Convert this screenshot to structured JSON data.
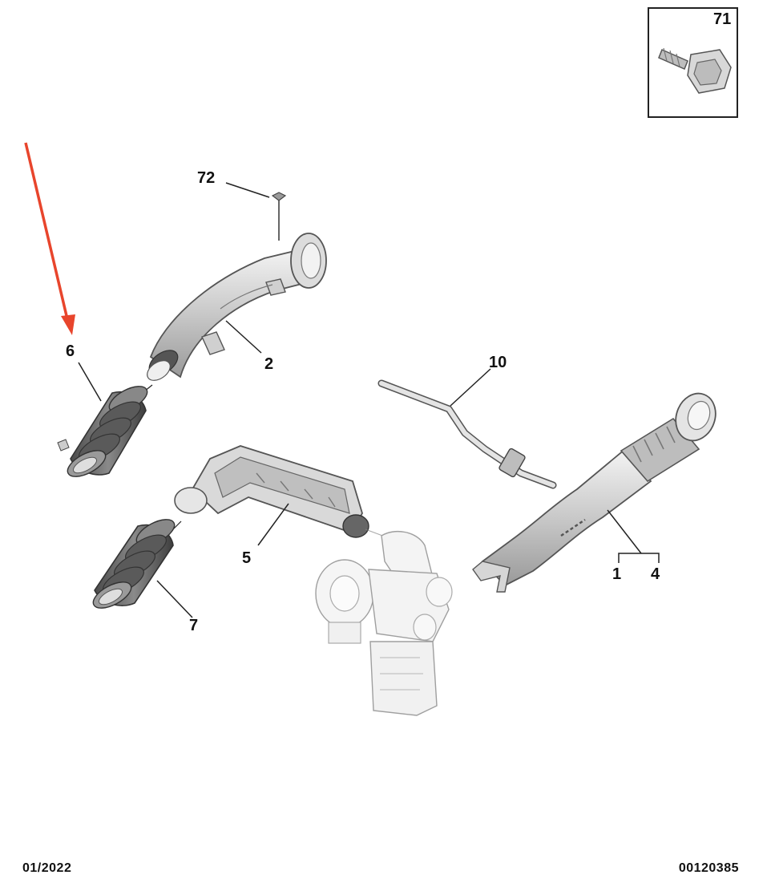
{
  "diagram": {
    "labels": {
      "p71": "71",
      "p72": "72",
      "p6": "6",
      "p2": "2",
      "p10": "10",
      "p5": "5",
      "p1": "1",
      "p4": "4",
      "p7": "7"
    },
    "colors": {
      "callout_arrow": "#e8452c",
      "part_stroke": "#555555",
      "part_fill": "#e2e2e2",
      "dark_fill": "#6e6e6e"
    }
  },
  "footer": {
    "date": "01/2022",
    "reference": "00120385"
  }
}
